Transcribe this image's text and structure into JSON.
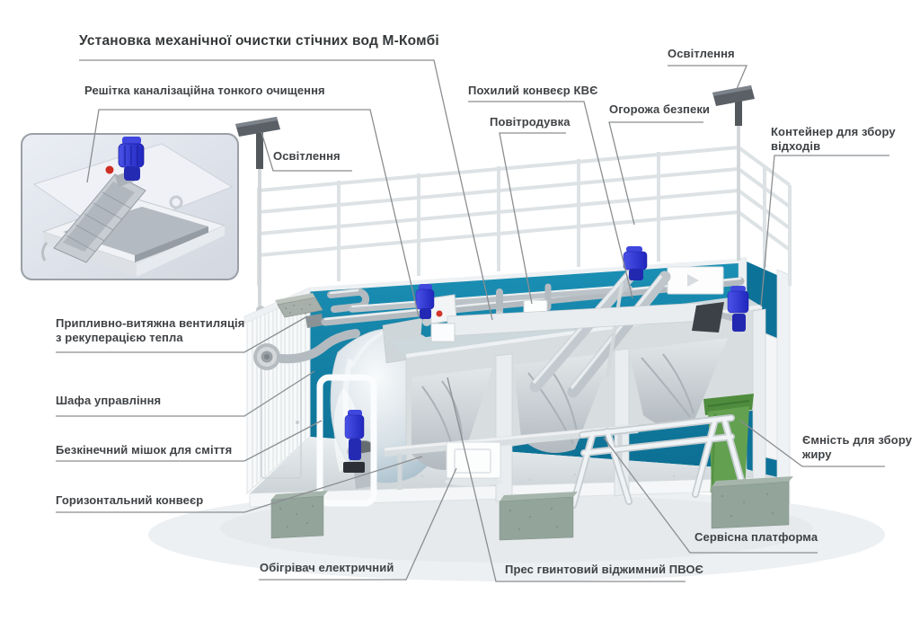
{
  "title": "Установка механічної очистки стічних вод М-Комбі",
  "labels": {
    "reshitka": "Решітка каналізаційна тонкого очищення",
    "osvitlennia_left": "Освітлення",
    "pokhylyi_konveier": "Похилий конвеєр КВЄ",
    "povitroduvka": "Повітродувка",
    "ohorozha_bezpeky": "Огорожа безпеки",
    "osvitlennia_right": "Освітлення",
    "konteiner_vidkhodiv": "Контейнер для збору\nвідходів",
    "pryplyvno_vytiazhna": "Припливно-витяжна вентиляція\nз рекуперацією тепла",
    "shafa_upravlinnia": "Шафа управління",
    "bezkinechnyi_mishok": "Безкінечний мішок для сміття",
    "horyzontalnyi_konveier": "Горизонтальний конвеєр",
    "obihrivach": "Обігрівач електричний",
    "pres_hvyntovyi": "Прес гвинтовий віджимний ПВОЄ",
    "servisna_platforma": "Сервісна платформа",
    "iemnist_zhyru": "Ємність для збору\nжиру"
  },
  "colors": {
    "teal_wall": "#0f7fa4",
    "motor_blue": "#2a30c4",
    "bin_green": "#5f9f4d",
    "leader_line": "#8b8e91",
    "label_text": "#3f4245"
  }
}
